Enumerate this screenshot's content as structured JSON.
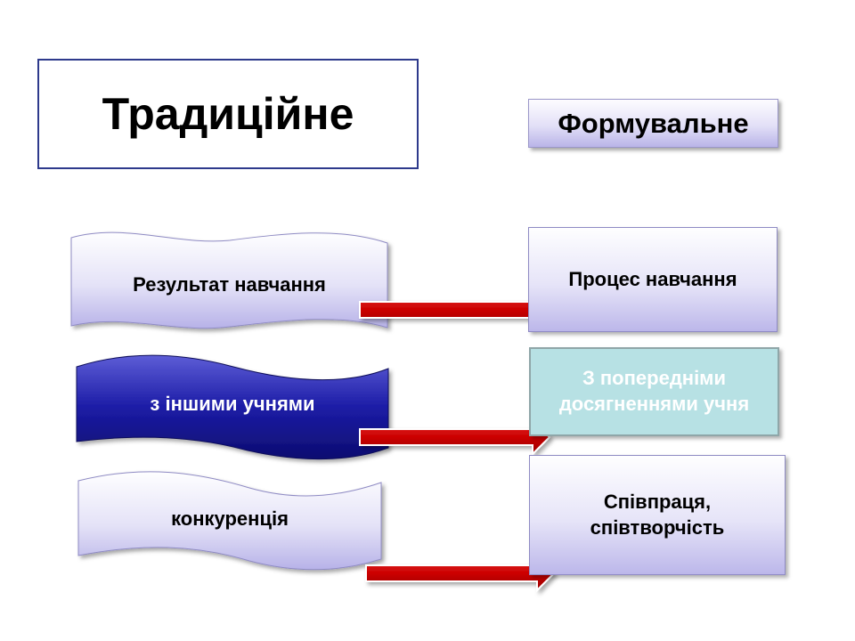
{
  "title": "Традиційне",
  "subtitle": "Формувальне",
  "rows": [
    {
      "left": "Результат навчання",
      "right": "Процес навчання"
    },
    {
      "left": "з іншими учнями",
      "right": "З попередніми досягненнями учня"
    },
    {
      "left": "конкуренція",
      "right": "Співпраця, співтворчість"
    }
  ],
  "colors": {
    "border_title": "#2e3a8c",
    "ribbon_dark": "#1a1aa0",
    "ribbon_light": "#e2e0f6",
    "box_teal": "#b7e1e4",
    "arrow": "#cc0000"
  }
}
